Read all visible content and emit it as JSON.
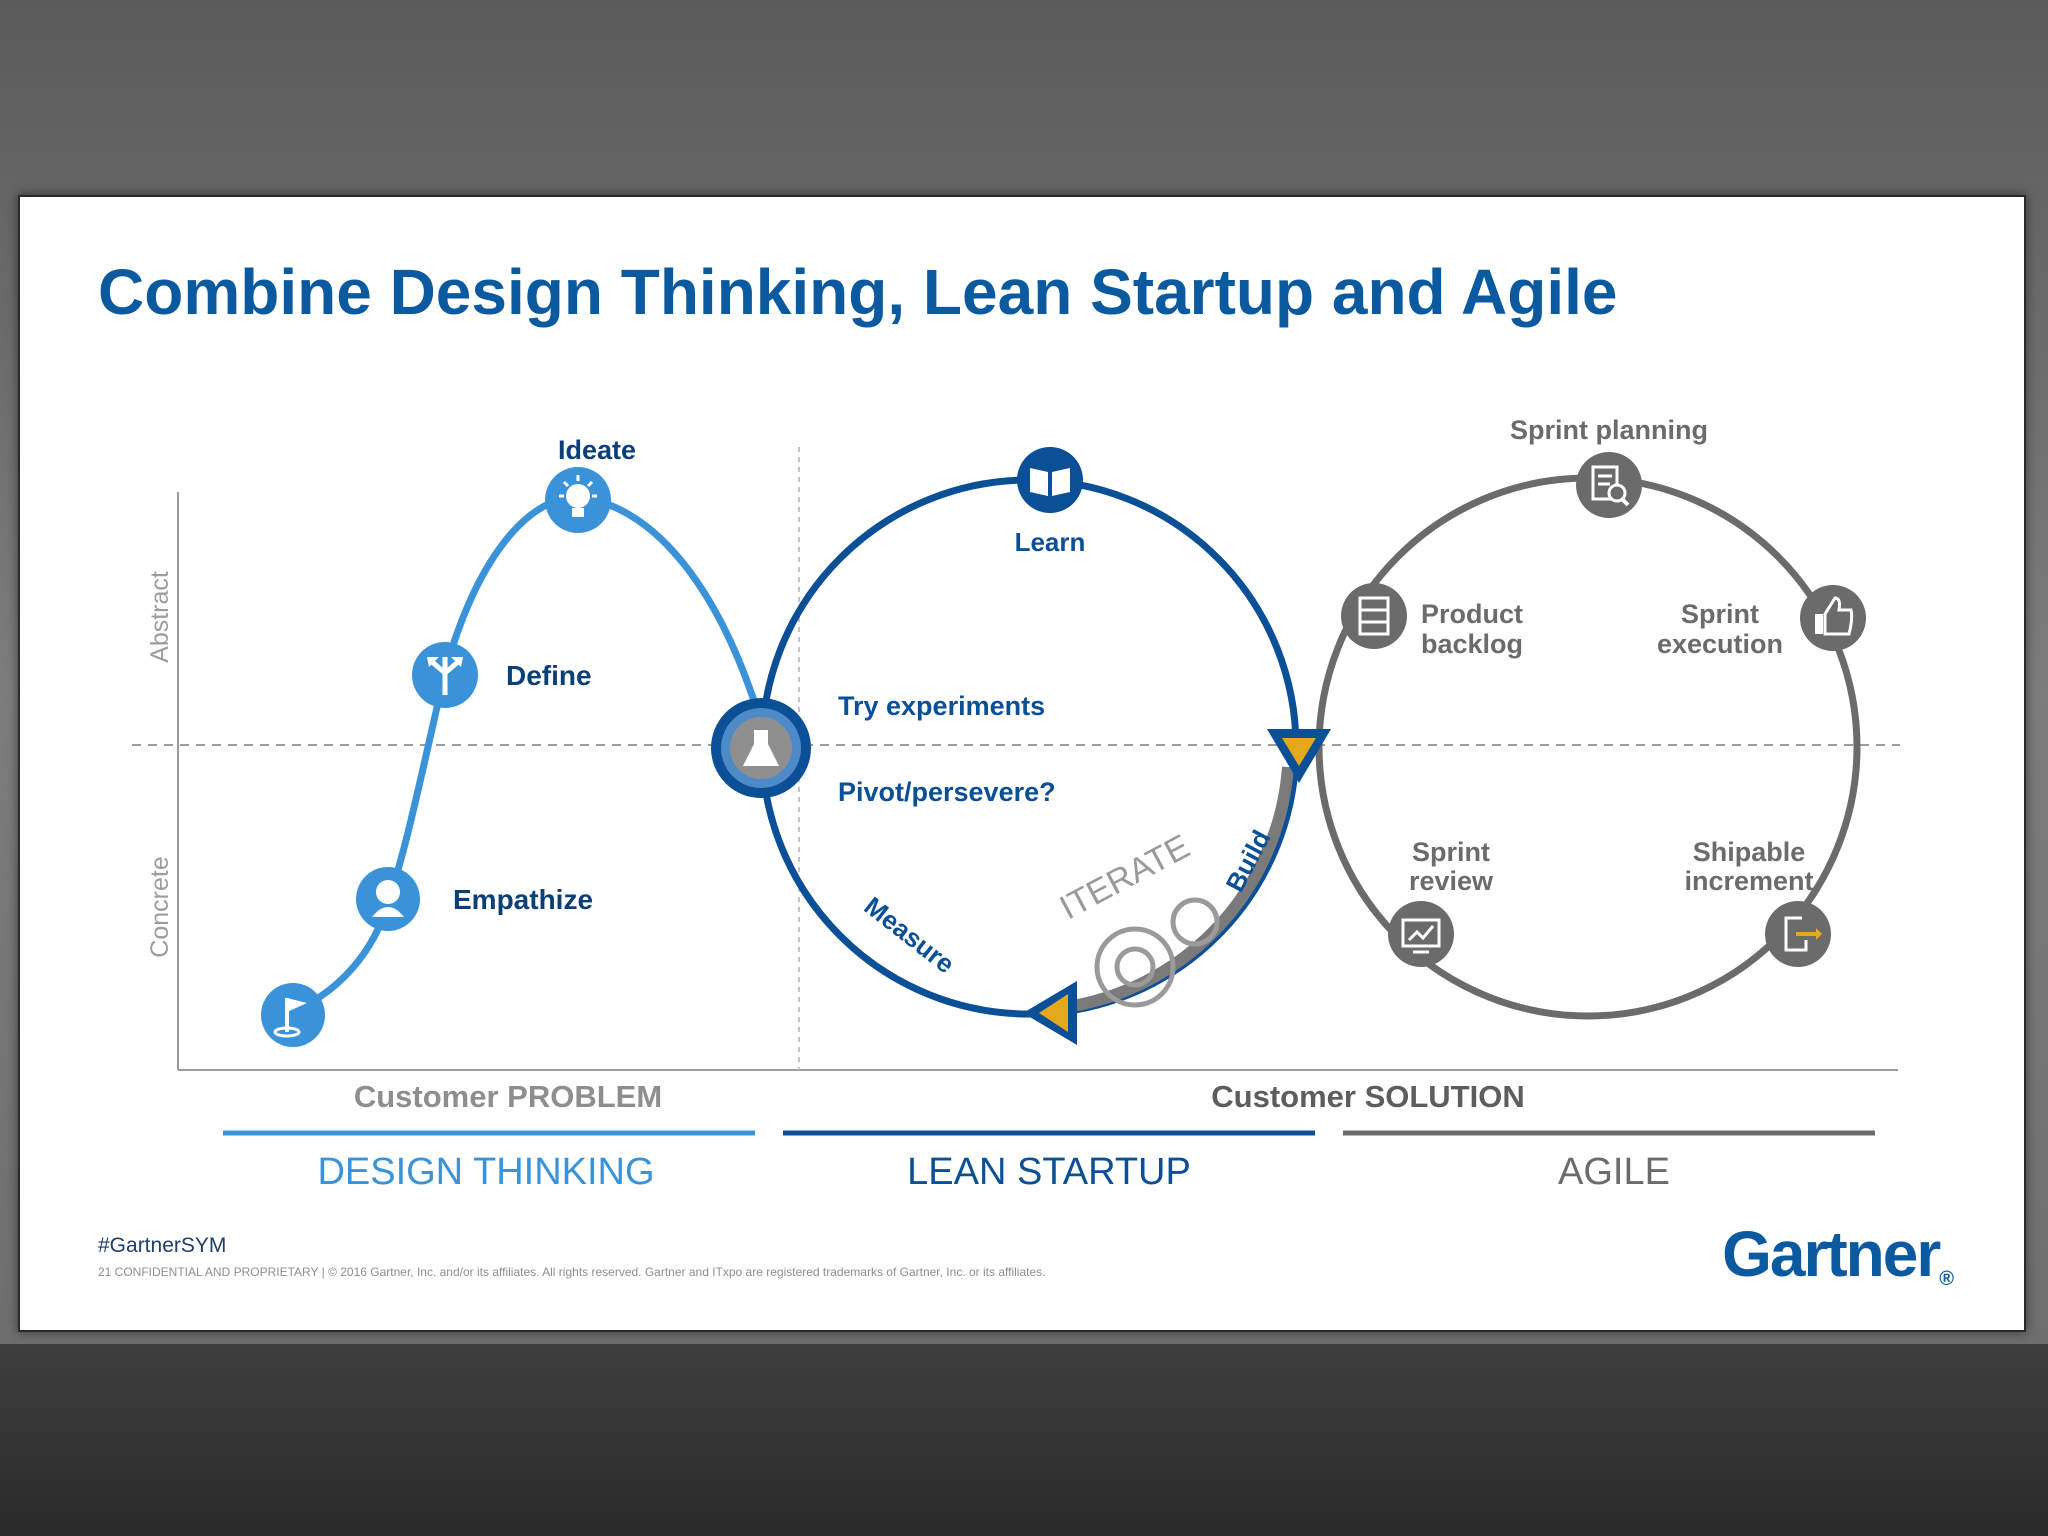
{
  "title": "Combine Design Thinking, Lean Startup and Agile",
  "axis": {
    "abstract": "Abstract",
    "concrete": "Concrete"
  },
  "design_thinking": {
    "ideate": "Ideate",
    "define": "Define",
    "empathize": "Empathize"
  },
  "lean_startup": {
    "learn": "Learn",
    "try_experiments": "Try experiments",
    "pivot": "Pivot/persevere?",
    "build": "Build",
    "measure": "Measure",
    "iterate": "ITERATE"
  },
  "agile": {
    "sprint_planning": "Sprint planning",
    "product_backlog_1": "Product",
    "product_backlog_2": "backlog",
    "sprint_execution_1": "Sprint",
    "sprint_execution_2": "execution",
    "sprint_review_1": "Sprint",
    "sprint_review_2": "review",
    "shipable_1": "Shipable",
    "shipable_2": "increment"
  },
  "bottom": {
    "customer_problem": "Customer PROBLEM",
    "customer_solution": "Customer SOLUTION",
    "design_thinking": "DESIGN THINKING",
    "lean_startup": "LEAN STARTUP",
    "agile": "AGILE"
  },
  "hashtag": "#GartnerSYM",
  "footer": "21   CONFIDENTIAL AND PROPRIETARY  |  © 2016 Gartner, Inc. and/or its affiliates. All rights reserved. Gartner and ITxpo are registered trademarks of Gartner, Inc. or its affiliates.",
  "logo": "Gartner",
  "logo_mark": "®",
  "colors": {
    "title_blue": "#0b5aa0",
    "design_blue": "#3a93d8",
    "lean_blue": "#0b4f96",
    "agile_gray": "#6b6b6b",
    "arrow_gold": "#e3a81c"
  },
  "icons": [
    "flag-icon",
    "person-icon",
    "split-arrows-icon",
    "lightbulb-icon",
    "flask-icon",
    "book-icon",
    "document-search-icon",
    "list-icon",
    "thumbs-up-icon",
    "chart-icon",
    "export-icon",
    "gears-icon"
  ]
}
